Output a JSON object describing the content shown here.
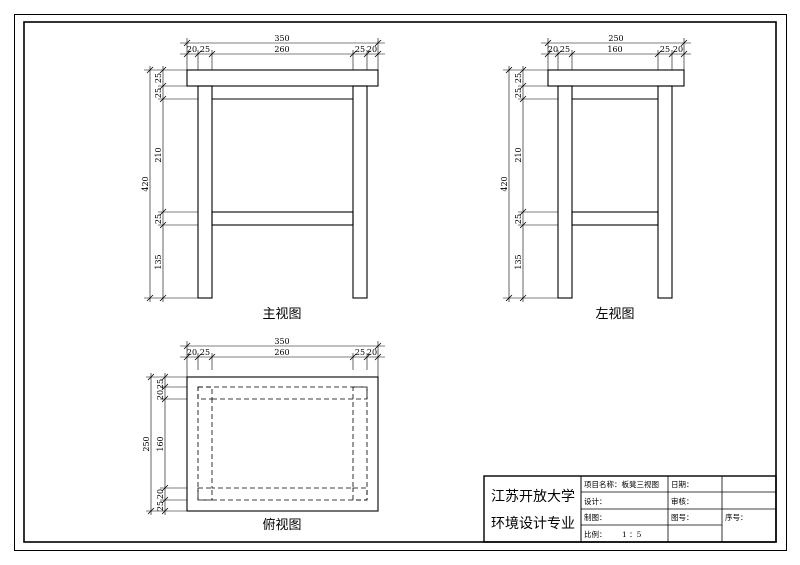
{
  "views": {
    "front": {
      "label": "主视图",
      "width_dims": {
        "total": "350",
        "left_a": "20",
        "left_b": "25",
        "middle": "260",
        "right_a": "25",
        "right_b": "20"
      },
      "height_dims": {
        "total": "420",
        "top_a": "25",
        "top_b": "25",
        "upper": "210",
        "mid": "25",
        "lower": "135"
      }
    },
    "left": {
      "label": "左视图",
      "width_dims": {
        "total": "250",
        "left_a": "20",
        "left_b": "25",
        "middle": "160",
        "right_a": "25",
        "right_b": "20"
      },
      "height_dims": {
        "total": "420",
        "top_a": "25",
        "top_b": "25",
        "upper": "210",
        "mid": "25",
        "lower": "135"
      }
    },
    "top": {
      "label": "俯视图",
      "width_dims": {
        "total": "350",
        "left_a": "20",
        "left_b": "25",
        "middle": "260",
        "right_a": "25",
        "right_b": "20"
      },
      "height_dims": {
        "total": "250",
        "top_a": "25",
        "top_b": "20",
        "middle": "160",
        "bottom_a": "20",
        "bottom_b": "25"
      }
    }
  },
  "title_block": {
    "school_line1": "江苏开放大学",
    "school_line2": "环境设计专业",
    "project_name": "项目名称：板凳三视图",
    "design": "设计：",
    "drawing": "制图：",
    "scale_label": "比例：",
    "scale_value": "1 ：5",
    "date": "日期：",
    "review": "审核：",
    "drawing_no": "图号：",
    "serial_no": "序号："
  }
}
